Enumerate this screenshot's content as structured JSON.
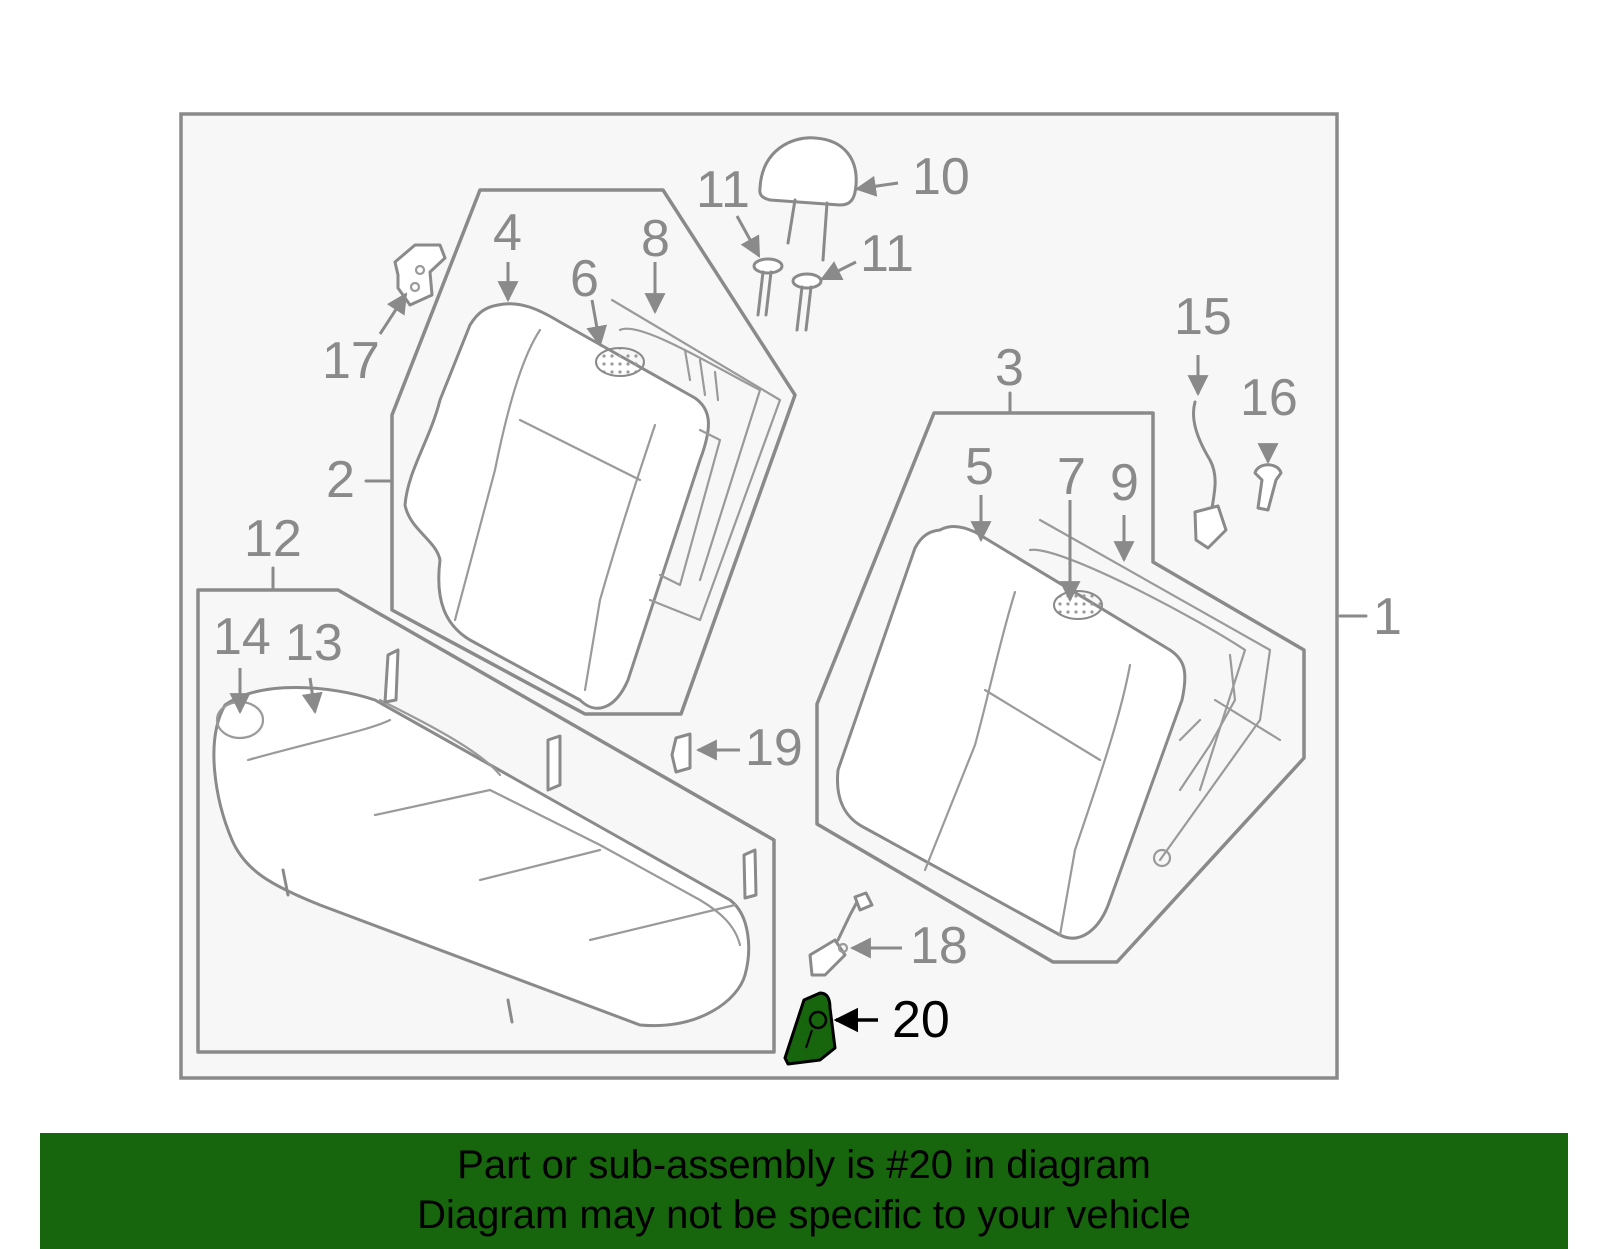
{
  "labels": {
    "l1": "1",
    "l2": "2",
    "l3": "3",
    "l4": "4",
    "l5": "5",
    "l6": "6",
    "l7": "7",
    "l8": "8",
    "l9": "9",
    "l10": "10",
    "l11a": "11",
    "l11b": "11",
    "l12": "12",
    "l13": "13",
    "l14": "14",
    "l15": "15",
    "l16": "16",
    "l17": "17",
    "l18": "18",
    "l19": "19",
    "l20": "20"
  },
  "highlight": {
    "part": "20",
    "color": "#17650d"
  },
  "banner": {
    "line1": "Part or sub-assembly is #20 in diagram",
    "line2": "Diagram may not be specific to your vehicle",
    "background": "#17650d"
  }
}
